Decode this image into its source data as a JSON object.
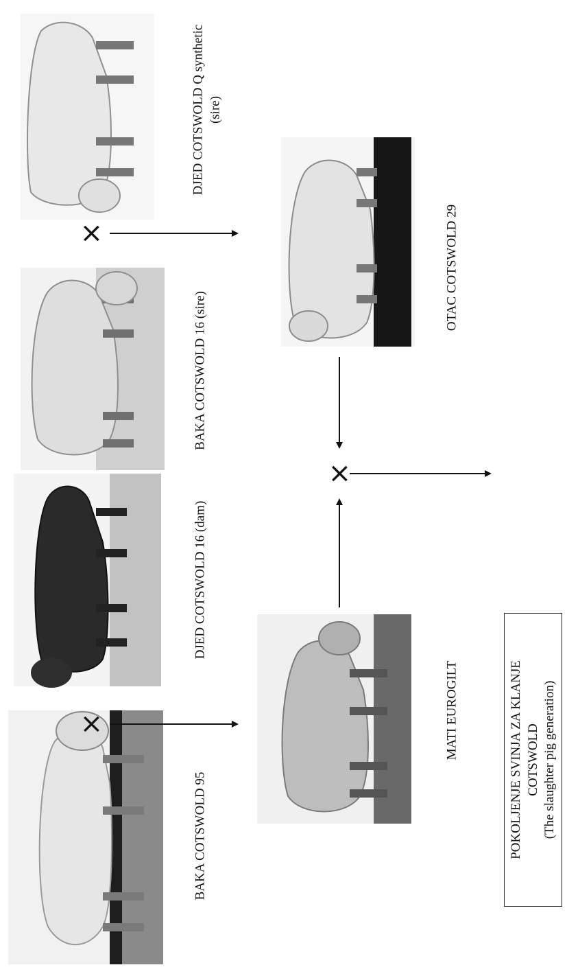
{
  "animals": [
    {
      "id": "baka-95",
      "label": "BAKA COTSWOLD 95",
      "tone": "light"
    },
    {
      "id": "djed-16",
      "label": "DJED COTSWOLD 16 (dam)",
      "tone": "dark"
    },
    {
      "id": "baka-16",
      "label": "BAKA COTSWOLD 16 (sire)",
      "tone": "light"
    },
    {
      "id": "djed-q",
      "label_line1": "DJED COTSWOLD Q synthetic",
      "label_line2": "(sire)",
      "tone": "light"
    },
    {
      "id": "mati",
      "label": "MATI EUROGILT",
      "tone": "medium"
    },
    {
      "id": "otac",
      "label": "OTAC COTSWOLD 29",
      "tone": "light"
    }
  ],
  "result": {
    "line1": "POKOLJENJE SVINJA ZA KLANJE",
    "line2": "COTSWOLD",
    "line3": "(The slaughter pig generation)"
  },
  "cross_symbol": "×",
  "colors": {
    "ink": "#111111",
    "ground_dark": "#1a1a1a",
    "ground_light": "#c8c8c8",
    "pig_dark": "#2b2b2b",
    "pig_light": "#e4e4e4",
    "pig_medium": "#b5b5b5"
  }
}
